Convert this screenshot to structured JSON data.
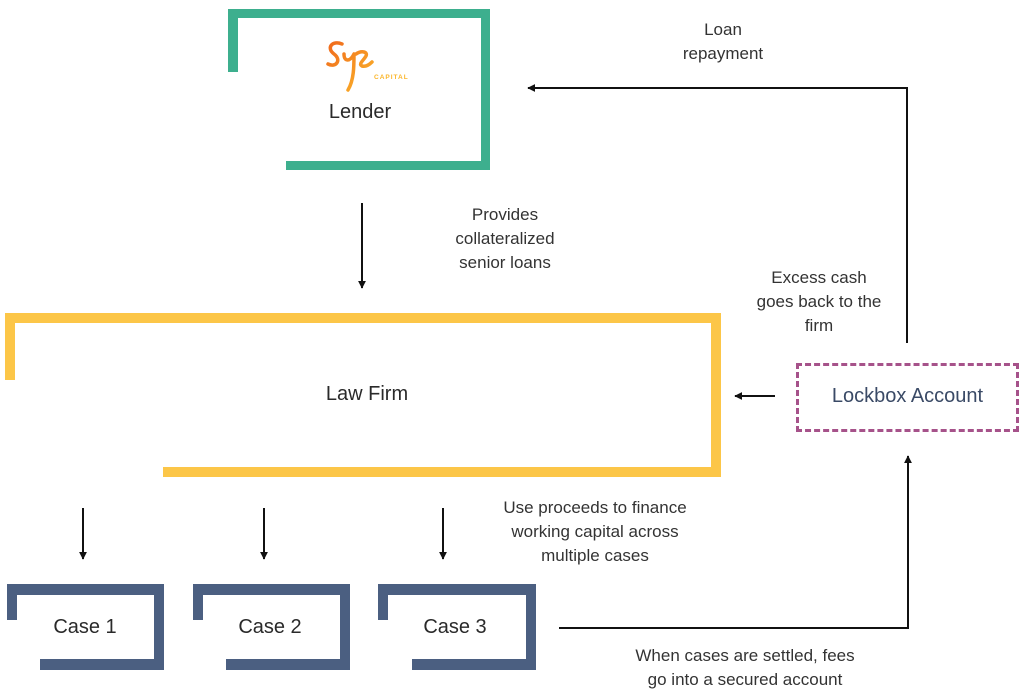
{
  "diagram": {
    "nodes": {
      "lender": {
        "label": "Lender",
        "logo": {
          "name": "syz-capital-logo",
          "wordmark": "Syz",
          "subtitle": "CAPITAL"
        }
      },
      "law_firm": {
        "label": "Law Firm"
      },
      "cases": [
        {
          "label": "Case 1"
        },
        {
          "label": "Case 2"
        },
        {
          "label": "Case 3"
        }
      ],
      "lockbox": {
        "label": "Lockbox Account"
      }
    },
    "annotations": {
      "loan_repayment": [
        "Loan",
        "repayment"
      ],
      "provides_loans": [
        "Provides",
        "collateralized",
        "senior loans"
      ],
      "excess_cash": [
        "Excess cash",
        "goes back to the",
        "firm"
      ],
      "use_proceeds": [
        "Use proceeds to finance",
        "working capital across",
        "multiple cases"
      ],
      "cases_settled": [
        "When cases are settled, fees",
        "go into a secured account"
      ]
    },
    "edges": [
      {
        "from": "lender",
        "to": "law_firm",
        "label": "Provides collateralized senior loans"
      },
      {
        "from": "law_firm",
        "to": "case_1"
      },
      {
        "from": "law_firm",
        "to": "case_2"
      },
      {
        "from": "law_firm",
        "to": "case_3"
      },
      {
        "from": "cases",
        "to": "lockbox",
        "label": "When cases are settled, fees go into a secured account"
      },
      {
        "from": "lockbox",
        "to": "law_firm",
        "label": "Excess cash goes back to the firm"
      },
      {
        "from": "lockbox",
        "to": "lender",
        "label": "Loan repayment"
      }
    ],
    "colors": {
      "lender": "#3daf8e",
      "law_firm": "#fcc648",
      "case": "#4b5f81",
      "lockbox": "#a6528a",
      "arrow": "#111111"
    }
  }
}
